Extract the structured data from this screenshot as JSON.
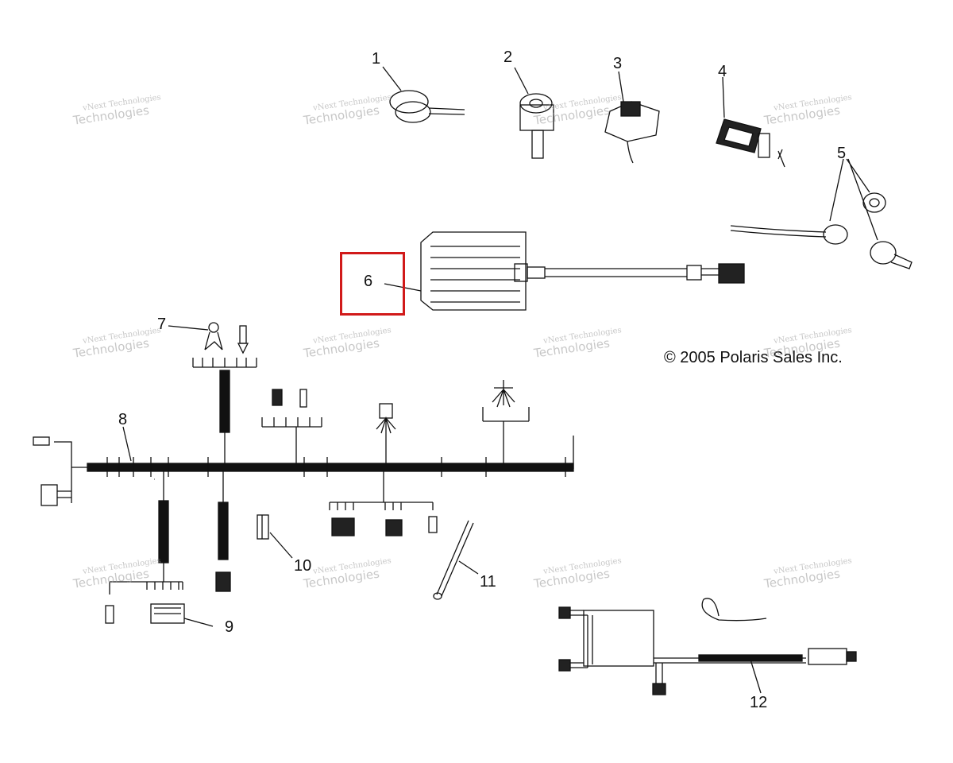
{
  "callouts": [
    "1",
    "2",
    "3",
    "4",
    "5",
    "6",
    "7",
    "8",
    "9",
    "10",
    "11",
    "12"
  ],
  "copyright": "© 2005 Polaris Sales Inc.",
  "watermark": {
    "line1": "vNext Technologies",
    "line2": "Technologies"
  },
  "highlight": {
    "part": "6",
    "color": "#d11a1a"
  },
  "colors": {
    "line": "#111111",
    "watermark": "#9a9a9a",
    "highlight": "#d11a1a"
  }
}
